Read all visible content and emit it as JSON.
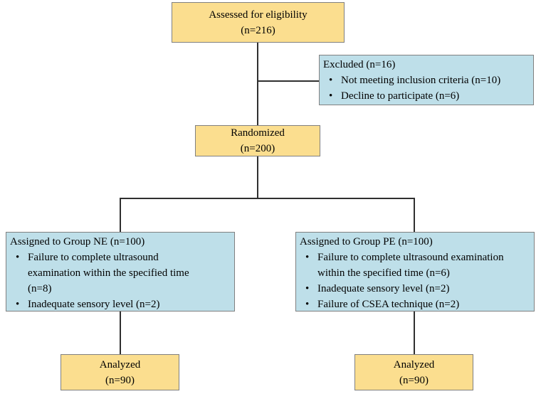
{
  "colors": {
    "yellow_fill": "#FBDE8F",
    "blue_fill": "#BEDFE9",
    "box_border": "#808080",
    "connector": "#2F2F2F"
  },
  "boxes": {
    "assessed": {
      "line1": "Assessed for eligibility",
      "line2": "(n=216)"
    },
    "excluded": {
      "title": "Excluded (n=16)",
      "bullets": [
        "Not meeting inclusion criteria (n=10)",
        "Decline to participate (n=6)"
      ]
    },
    "randomized": {
      "line1": "Randomized",
      "line2": "(n=200)"
    },
    "group_ne": {
      "title": "Assigned to Group NE (n=100)",
      "bullets": [
        "Failure to complete ultrasound\nexamination within the specified time\n(n=8)",
        "Inadequate sensory level (n=2)"
      ]
    },
    "group_pe": {
      "title": "Assigned to Group PE (n=100)",
      "bullets": [
        "Failure to complete ultrasound examination\nwithin the specified time (n=6)",
        "Inadequate sensory level (n=2)",
        "Failure of CSEA technique (n=2)"
      ]
    },
    "analyzed_ne": {
      "line1": "Analyzed",
      "line2": "(n=90)"
    },
    "analyzed_pe": {
      "line1": "Analyzed",
      "line2": "(n=90)"
    }
  }
}
